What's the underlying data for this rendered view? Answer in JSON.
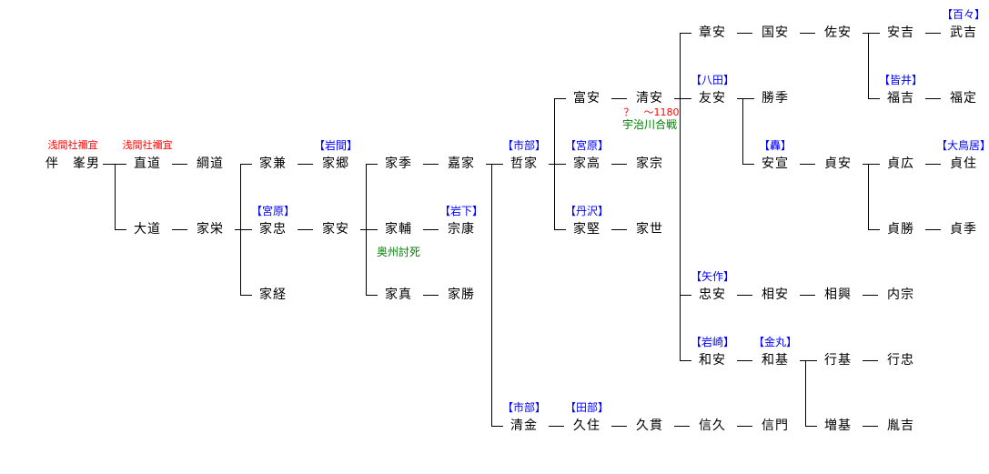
{
  "colors": {
    "line": "#000000",
    "clan": "#0000ff",
    "title_note": "#ff0000",
    "event_note": "#008000"
  },
  "nodes": [
    {
      "id": "tomo",
      "name": "伴　峯男",
      "top_note": "浅間社禰宜"
    },
    {
      "id": "naomichi",
      "name": "直道",
      "top_note": "浅間社禰宜"
    },
    {
      "id": "daido",
      "name": "大道"
    },
    {
      "id": "tsunamichi",
      "name": "綱道"
    },
    {
      "id": "ieshige",
      "name": "家栄"
    },
    {
      "id": "iekane",
      "name": "家兼"
    },
    {
      "id": "ietada",
      "name": "家忠",
      "clan": "【宮原】"
    },
    {
      "id": "iekyo",
      "name": "家経"
    },
    {
      "id": "iesato",
      "name": "家郷",
      "clan": "【岩間】"
    },
    {
      "id": "ieyasu",
      "name": "家安"
    },
    {
      "id": "iesue",
      "name": "家季"
    },
    {
      "id": "iesuke",
      "name": "家輔",
      "note": "奥州討死"
    },
    {
      "id": "iezane",
      "name": "家真"
    },
    {
      "id": "yoshiie",
      "name": "嘉家"
    },
    {
      "id": "muneyasu",
      "name": "宗康",
      "clan": "【岩下】"
    },
    {
      "id": "iekatsu",
      "name": "家勝"
    },
    {
      "id": "akiie",
      "name": "哲家",
      "clan": "【市部】"
    },
    {
      "id": "kiyokane",
      "name": "清金",
      "clan": "【市部】"
    },
    {
      "id": "tomiyasu",
      "name": "富安"
    },
    {
      "id": "ietaka",
      "name": "家高",
      "clan": "【宮原】"
    },
    {
      "id": "iekata",
      "name": "家堅",
      "clan": "【丹沢】"
    },
    {
      "id": "hisazumi",
      "name": "久住",
      "clan": "【田部】"
    },
    {
      "id": "kiyoyasu",
      "name": "清安",
      "dates": "？　～1180",
      "note": "宇治川合戦"
    },
    {
      "id": "iemune",
      "name": "家宗"
    },
    {
      "id": "ieyo",
      "name": "家世"
    },
    {
      "id": "hisanuki",
      "name": "久貫"
    },
    {
      "id": "akiyasu",
      "name": "章安"
    },
    {
      "id": "tomoyasu",
      "name": "友安",
      "clan": "【八田】"
    },
    {
      "id": "tadayasu",
      "name": "忠安",
      "clan": "【矢作】"
    },
    {
      "id": "kazuyasu",
      "name": "和安",
      "clan": "【岩崎】"
    },
    {
      "id": "nobuhisa",
      "name": "信久"
    },
    {
      "id": "kuniyasu",
      "name": "国安"
    },
    {
      "id": "katsusue",
      "name": "勝季"
    },
    {
      "id": "yasunobu",
      "name": "安宣",
      "clan": "【轟】"
    },
    {
      "id": "aiyasu",
      "name": "相安"
    },
    {
      "id": "kazumoto",
      "name": "和基",
      "clan": "【金丸】"
    },
    {
      "id": "nobukado",
      "name": "信門"
    },
    {
      "id": "sukeyasu",
      "name": "佐安"
    },
    {
      "id": "sadayasu",
      "name": "貞安"
    },
    {
      "id": "aioki",
      "name": "相興"
    },
    {
      "id": "yukimoto",
      "name": "行基"
    },
    {
      "id": "masumoto",
      "name": "増基"
    },
    {
      "id": "yasuyoshi",
      "name": "安吉"
    },
    {
      "id": "fukuyoshi",
      "name": "福吉",
      "clan": "【皆井】"
    },
    {
      "id": "sadahiro",
      "name": "貞広"
    },
    {
      "id": "sadakatsu",
      "name": "貞勝"
    },
    {
      "id": "uchimune",
      "name": "内宗"
    },
    {
      "id": "yukitada",
      "name": "行忠"
    },
    {
      "id": "taneyoshi",
      "name": "胤吉"
    },
    {
      "id": "takeyoshi",
      "name": "武吉",
      "clan": "【百々】"
    },
    {
      "id": "fukusada",
      "name": "福定"
    },
    {
      "id": "sadazumi",
      "name": "貞住",
      "clan": "【大鳥居】"
    },
    {
      "id": "sadasue",
      "name": "貞季"
    }
  ],
  "edges": [
    [
      "tomo",
      [
        "naomichi",
        "daido"
      ]
    ],
    [
      "naomichi",
      [
        "tsunamichi"
      ]
    ],
    [
      "daido",
      [
        "ieshige"
      ]
    ],
    [
      "ieshige",
      [
        "iekane",
        "ietada",
        "iekyo"
      ]
    ],
    [
      "iekane",
      [
        "iesato"
      ]
    ],
    [
      "ietada",
      [
        "ieyasu"
      ]
    ],
    [
      "ieyasu",
      [
        "iesue",
        "iesuke",
        "iezane"
      ]
    ],
    [
      "iesue",
      [
        "yoshiie"
      ]
    ],
    [
      "iesuke",
      [
        "muneyasu"
      ]
    ],
    [
      "iezane",
      [
        "iekatsu"
      ]
    ],
    [
      "yoshiie",
      [
        "akiie",
        "kiyokane"
      ]
    ],
    [
      "akiie",
      [
        "tomiyasu",
        "ietaka",
        "iekata"
      ]
    ],
    [
      "tomiyasu",
      [
        "kiyoyasu"
      ]
    ],
    [
      "ietaka",
      [
        "iemune"
      ]
    ],
    [
      "iekata",
      [
        "ieyo"
      ]
    ],
    [
      "kiyokane",
      [
        "hisazumi"
      ]
    ],
    [
      "hisazumi",
      [
        "hisanuki"
      ]
    ],
    [
      "hisanuki",
      [
        "nobuhisa"
      ]
    ],
    [
      "nobuhisa",
      [
        "nobukado"
      ]
    ],
    [
      "kiyoyasu",
      [
        "akiyasu",
        "tomoyasu",
        "tadayasu",
        "kazuyasu"
      ]
    ],
    [
      "akiyasu",
      [
        "kuniyasu"
      ]
    ],
    [
      "kuniyasu",
      [
        "sukeyasu"
      ]
    ],
    [
      "sukeyasu",
      [
        "yasuyoshi",
        "fukuyoshi"
      ]
    ],
    [
      "yasuyoshi",
      [
        "takeyoshi"
      ]
    ],
    [
      "fukuyoshi",
      [
        "fukusada"
      ]
    ],
    [
      "tomoyasu",
      [
        "katsusue",
        "yasunobu"
      ]
    ],
    [
      "yasunobu",
      [
        "sadayasu"
      ]
    ],
    [
      "sadayasu",
      [
        "sadahiro",
        "sadakatsu"
      ]
    ],
    [
      "sadahiro",
      [
        "sadazumi"
      ]
    ],
    [
      "sadakatsu",
      [
        "sadasue"
      ]
    ],
    [
      "tadayasu",
      [
        "aiyasu"
      ]
    ],
    [
      "aiyasu",
      [
        "aioki"
      ]
    ],
    [
      "aioki",
      [
        "uchimune"
      ]
    ],
    [
      "kazuyasu",
      [
        "kazumoto"
      ]
    ],
    [
      "kazumoto",
      [
        "yukimoto",
        "masumoto"
      ]
    ],
    [
      "yukimoto",
      [
        "yukitada"
      ]
    ],
    [
      "masumoto",
      [
        "taneyoshi"
      ]
    ]
  ]
}
